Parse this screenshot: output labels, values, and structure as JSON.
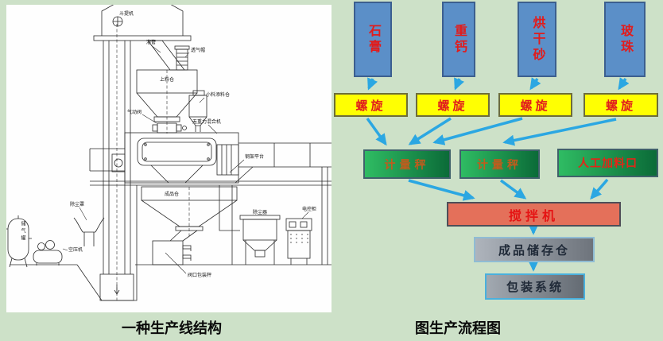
{
  "captions": {
    "left": "一种生产线结构",
    "right": "图生产流程图"
  },
  "machine_diagram": {
    "labels": {
      "bucket_elevator": "斗提机",
      "chute_pipe": "溜管",
      "vent_cap": "透气帽",
      "feed_silo": "上料仓",
      "additive_silo": "小料添料仓",
      "pneumatic_valve": "气动阀",
      "gravity_free_mixer": "无重力混合机",
      "steel_platform": "钢架平台",
      "product_silo": "成品仓",
      "dust_hood": "除尘罩",
      "air_tank": "储气罐",
      "air_compressor": "空压机",
      "dust_collector": "除尘器",
      "control_cabinet": "电控柜",
      "valve_packing_scale": "阀口包装秤"
    }
  },
  "flowchart": {
    "materials": [
      {
        "label": "石膏"
      },
      {
        "label": "重钙"
      },
      {
        "label": "烘干砂"
      },
      {
        "label": "玻珠"
      }
    ],
    "screw_conveyors": [
      {
        "label": "螺旋"
      },
      {
        "label": "螺旋"
      },
      {
        "label": "螺旋"
      },
      {
        "label": "螺旋"
      }
    ],
    "weigh_scales": [
      {
        "label": "计量秤"
      },
      {
        "label": "计量秤"
      }
    ],
    "manual_feed_port": "人工加料口",
    "mixer": "搅拌机",
    "product_storage": "成品储存仓",
    "packaging_system": "包装系统"
  },
  "colors": {
    "background_green": "#cde1c8",
    "material_box_blue": "#5b8fc8",
    "screw_box_yellow": "#ffff02",
    "scale_box_green": "#0b6b38",
    "mixer_box_salmon": "#e4705a",
    "storage_box_gray": "#8c939c",
    "arrow_cyan": "#2ba7e2",
    "text_red": "#e11c1c",
    "scale_text_orange": "#c25b1c"
  }
}
